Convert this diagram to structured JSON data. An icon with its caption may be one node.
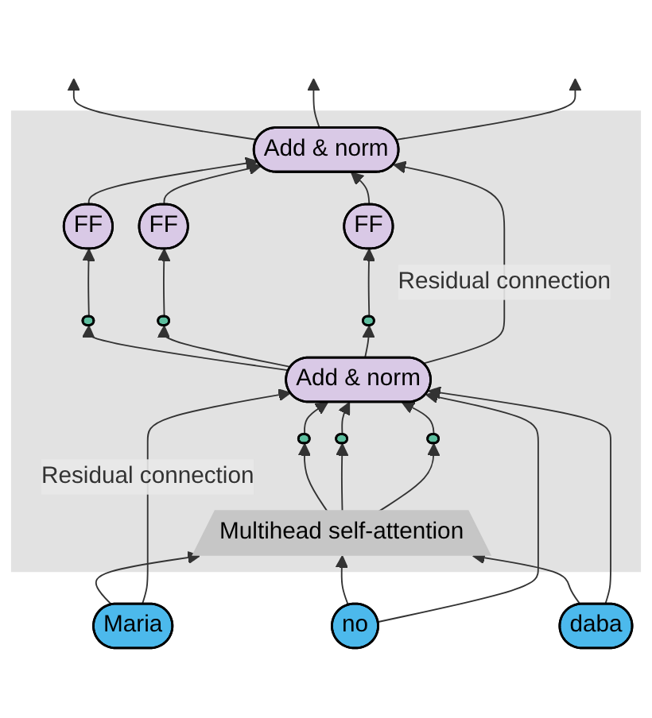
{
  "diagram": {
    "nodes": [
      {
        "text": [],
        "shape": "box"
      },
      {
        "text": [
          "Add & norm"
        ],
        "in": 0
      },
      {
        "text": [
          "FF"
        ],
        "in": 0
      },
      {
        "text": [
          "FF"
        ],
        "in": 0
      },
      {
        "text": [
          "FF"
        ],
        "in": 0
      },
      {
        "text": [],
        "shape": "bar",
        "in": 0
      },
      {
        "text": [],
        "shape": "bar",
        "in": 0
      },
      {
        "text": [],
        "shape": "bar",
        "in": 0
      },
      {
        "text": [
          "Add & norm"
        ],
        "in": 0
      },
      {
        "text": [],
        "shape": "bar",
        "in": 0
      },
      {
        "text": [],
        "shape": "bar",
        "in": 0
      },
      {
        "text": [],
        "shape": "bar",
        "in": 0
      },
      {
        "text": [
          "Multihead self-attention"
        ],
        "in": 0
      },
      {
        "text": [
          "Maria"
        ]
      },
      {
        "text": [
          "no"
        ]
      },
      {
        "text": [
          "daba"
        ]
      }
    ],
    "edges": [
      {
        "from": 13,
        "to": 12,
        "arrow": "to"
      },
      {
        "from": 14,
        "to": 12,
        "arrow": "to"
      },
      {
        "from": 15,
        "to": 12,
        "arrow": "to"
      },
      {
        "from": 13,
        "to": 8,
        "arrow": "to",
        "label": "Residual connection"
      },
      {
        "from": 14,
        "to": 8,
        "arrow": "to"
      },
      {
        "from": 15,
        "to": 8,
        "arrow": "to"
      },
      {
        "from": 12,
        "to": 9,
        "arrow": "to"
      },
      {
        "from": 12,
        "to": 10,
        "arrow": "to"
      },
      {
        "from": 12,
        "to": 11,
        "arrow": "to"
      },
      {
        "from": 9,
        "to": 8,
        "arrow": "to"
      },
      {
        "from": 10,
        "to": 8,
        "arrow": "to"
      },
      {
        "from": 11,
        "to": 8,
        "arrow": "to"
      },
      {
        "from": 8,
        "to": 5,
        "arrow": "to"
      },
      {
        "from": 8,
        "to": 6,
        "arrow": "to"
      },
      {
        "from": 8,
        "to": 7,
        "arrow": "to"
      },
      {
        "from": 8,
        "to": 1,
        "arrow": "to",
        "label": "Residual connection"
      },
      {
        "from": 5,
        "to": 2,
        "arrow": "to"
      },
      {
        "from": 6,
        "to": 3,
        "arrow": "to"
      },
      {
        "from": 7,
        "to": 4,
        "arrow": "to"
      },
      {
        "from": 2,
        "to": 1,
        "arrow": "to"
      },
      {
        "from": 3,
        "to": 1,
        "arrow": "to"
      },
      {
        "from": 4,
        "to": 1,
        "arrow": "to"
      },
      {
        "from": 1,
        "to": null,
        "arrow": "to"
      },
      {
        "from": 1,
        "to": null,
        "arrow": "to"
      },
      {
        "from": 1,
        "to": null,
        "arrow": "to"
      }
    ]
  }
}
